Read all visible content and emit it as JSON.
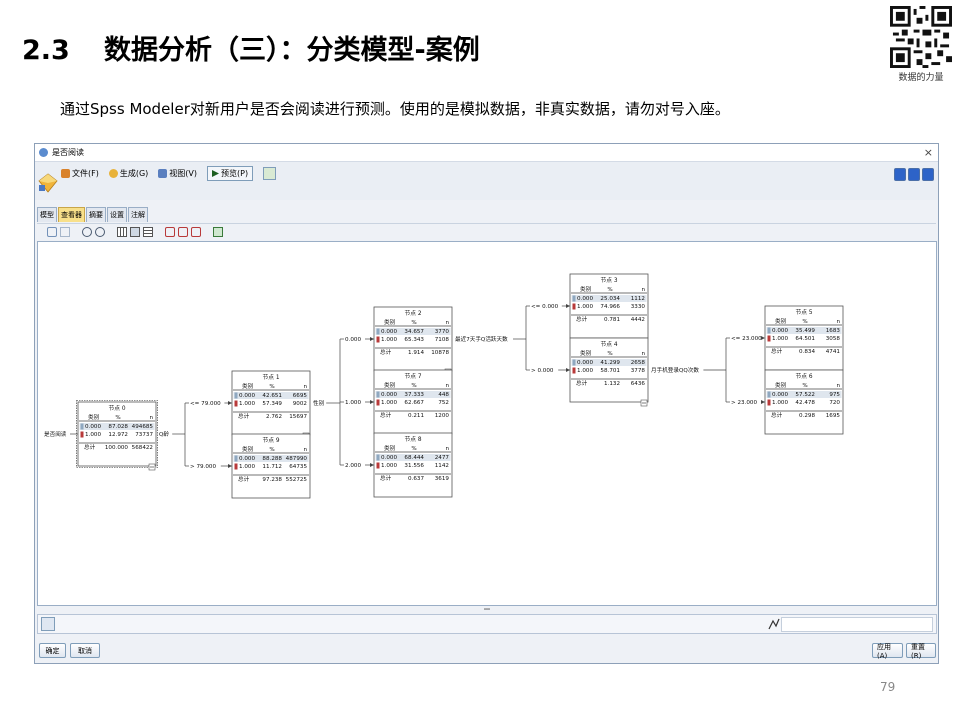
{
  "slide": {
    "number": "2.3",
    "title": "数据分析（三）：分类模型-案例",
    "subtitle": "通过Spss Modeler对新用户是否会阅读进行预测。使用的是模拟数据，非真实数据，请勿对号入座。",
    "qr_caption": "数据的力量",
    "page_number": "79"
  },
  "window": {
    "title": "是否阅读",
    "close_glyph": "×",
    "menu": [
      {
        "label": "文件(F)",
        "icon": "file-icon",
        "color": "#d9822b"
      },
      {
        "label": "生成(G)",
        "icon": "generate-icon",
        "color": "#e8b23a"
      },
      {
        "label": "视图(V)",
        "icon": "view-icon",
        "color": "#5a7fbf"
      }
    ],
    "preview_label": "预览(P)",
    "tabs": [
      "模型",
      "查看器",
      "摘要",
      "设置",
      "注解"
    ],
    "active_tab": "查看器",
    "buttons": {
      "ok": "确定",
      "cancel": "取消",
      "apply": "应用(A)",
      "reset": "重置(R)"
    }
  },
  "tree": {
    "target_label": "是否阅读",
    "col_headers": {
      "category": "类别",
      "percent": "%",
      "count": "n"
    },
    "total_label": "总计",
    "class_colors": {
      "0.000": "#8fa8c0",
      "1.000": "#b83a3a"
    },
    "splits": {
      "node0": "Q龄",
      "node1": "性别",
      "node2": "最近7天手Q活跃天数",
      "node4": "月手机登录QQ次数"
    },
    "branch_labels": {
      "q_age_low": "<= 79.000",
      "q_age_high": "> 79.000",
      "gender_0": "0.000",
      "gender_1": "1.000",
      "gender_2": "2.000",
      "active_low": "<= 0.000",
      "active_high": "> 0.000",
      "login_low": "<= 23.000",
      "login_high": "> 23.000"
    },
    "nodes": [
      {
        "id": "node0",
        "title": "节点 0",
        "rows": [
          [
            "0.000",
            "87.028",
            "494685"
          ],
          [
            "1.000",
            "12.972",
            "73737"
          ]
        ],
        "total": [
          "100.000",
          "568422"
        ]
      },
      {
        "id": "node1",
        "title": "节点 1",
        "rows": [
          [
            "0.000",
            "42.651",
            "6695"
          ],
          [
            "1.000",
            "57.349",
            "9002"
          ]
        ],
        "total": [
          "2.762",
          "15697"
        ]
      },
      {
        "id": "node9",
        "title": "节点 9",
        "rows": [
          [
            "0.000",
            "88.288",
            "487990"
          ],
          [
            "1.000",
            "11.712",
            "64735"
          ]
        ],
        "total": [
          "97.238",
          "552725"
        ]
      },
      {
        "id": "node2",
        "title": "节点 2",
        "rows": [
          [
            "0.000",
            "34.657",
            "3770"
          ],
          [
            "1.000",
            "65.343",
            "7108"
          ]
        ],
        "total": [
          "1.914",
          "10878"
        ]
      },
      {
        "id": "node7",
        "title": "节点 7",
        "rows": [
          [
            "0.000",
            "37.333",
            "448"
          ],
          [
            "1.000",
            "62.667",
            "752"
          ]
        ],
        "total": [
          "0.211",
          "1200"
        ]
      },
      {
        "id": "node8",
        "title": "节点 8",
        "rows": [
          [
            "0.000",
            "68.444",
            "2477"
          ],
          [
            "1.000",
            "31.556",
            "1142"
          ]
        ],
        "total": [
          "0.637",
          "3619"
        ]
      },
      {
        "id": "node3",
        "title": "节点 3",
        "rows": [
          [
            "0.000",
            "25.034",
            "1112"
          ],
          [
            "1.000",
            "74.966",
            "3330"
          ]
        ],
        "total": [
          "0.781",
          "4442"
        ]
      },
      {
        "id": "node4",
        "title": "节点 4",
        "rows": [
          [
            "0.000",
            "41.299",
            "2658"
          ],
          [
            "1.000",
            "58.701",
            "3778"
          ]
        ],
        "total": [
          "1.132",
          "6436"
        ]
      },
      {
        "id": "node5",
        "title": "节点 5",
        "rows": [
          [
            "0.000",
            "35.499",
            "1683"
          ],
          [
            "1.000",
            "64.501",
            "3058"
          ]
        ],
        "total": [
          "0.834",
          "4741"
        ]
      },
      {
        "id": "node6",
        "title": "节点 6",
        "rows": [
          [
            "0.000",
            "57.522",
            "975"
          ],
          [
            "1.000",
            "42.478",
            "720"
          ]
        ],
        "total": [
          "0.298",
          "1695"
        ]
      }
    ]
  }
}
